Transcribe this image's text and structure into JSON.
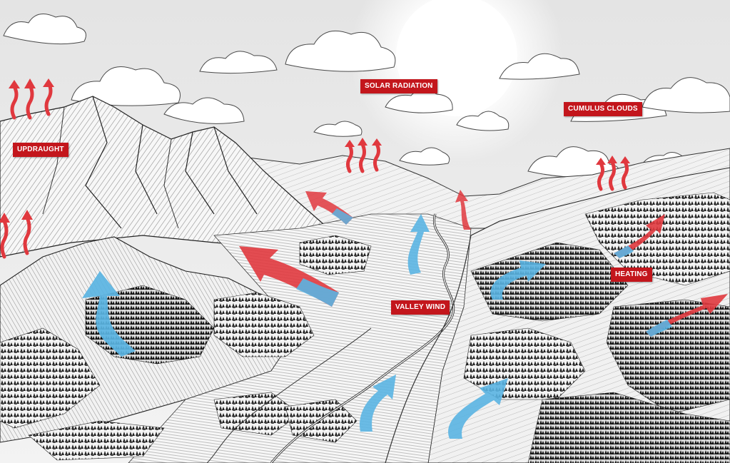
{
  "labels": {
    "updraught": "UPDRAUGHT",
    "solar_radiation": "SOLAR RADIATION",
    "cumulus_clouds": "CUMULUS CLOUDS",
    "heating": "HEATING",
    "valley_wind": "VALLEY WIND"
  },
  "colors": {
    "label_bg": "#c3161c",
    "warm_air": "#e0383e",
    "cool_air": "#5ab4e2",
    "sky": "#ececec",
    "ink": "#2a2a2a"
  }
}
